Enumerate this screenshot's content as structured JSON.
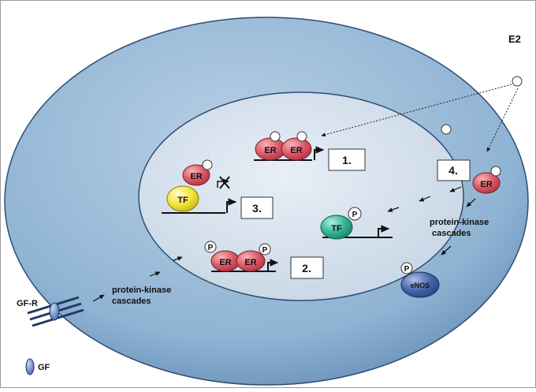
{
  "labels": {
    "e2": "E2",
    "er": "ER",
    "tf": "TF",
    "phospho": "P",
    "enos": "eNOS",
    "gf": "GF",
    "gf_receptor": "GF-R",
    "cascade_right_line1": "protein-kinase",
    "cascade_right_line2": "cascades",
    "cascade_left_line1": "protein-kinase",
    "cascade_left_line2": "cascades"
  },
  "pathways": [
    {
      "id": 1,
      "label": "1."
    },
    {
      "id": 2,
      "label": "2."
    },
    {
      "id": 3,
      "label": "3."
    },
    {
      "id": 4,
      "label": "4."
    }
  ],
  "colors": {
    "cytoplasm": "#8fb3d3",
    "cytoplasm_edge": "#2e4d73",
    "nucleus": "#d5e0ec",
    "er_receptor": "#d94f5c",
    "tf_yellow": "#f2e43a",
    "tf_teal": "#2aa88f",
    "enos": "#3f5fa8",
    "gf": "#4a72b8"
  }
}
